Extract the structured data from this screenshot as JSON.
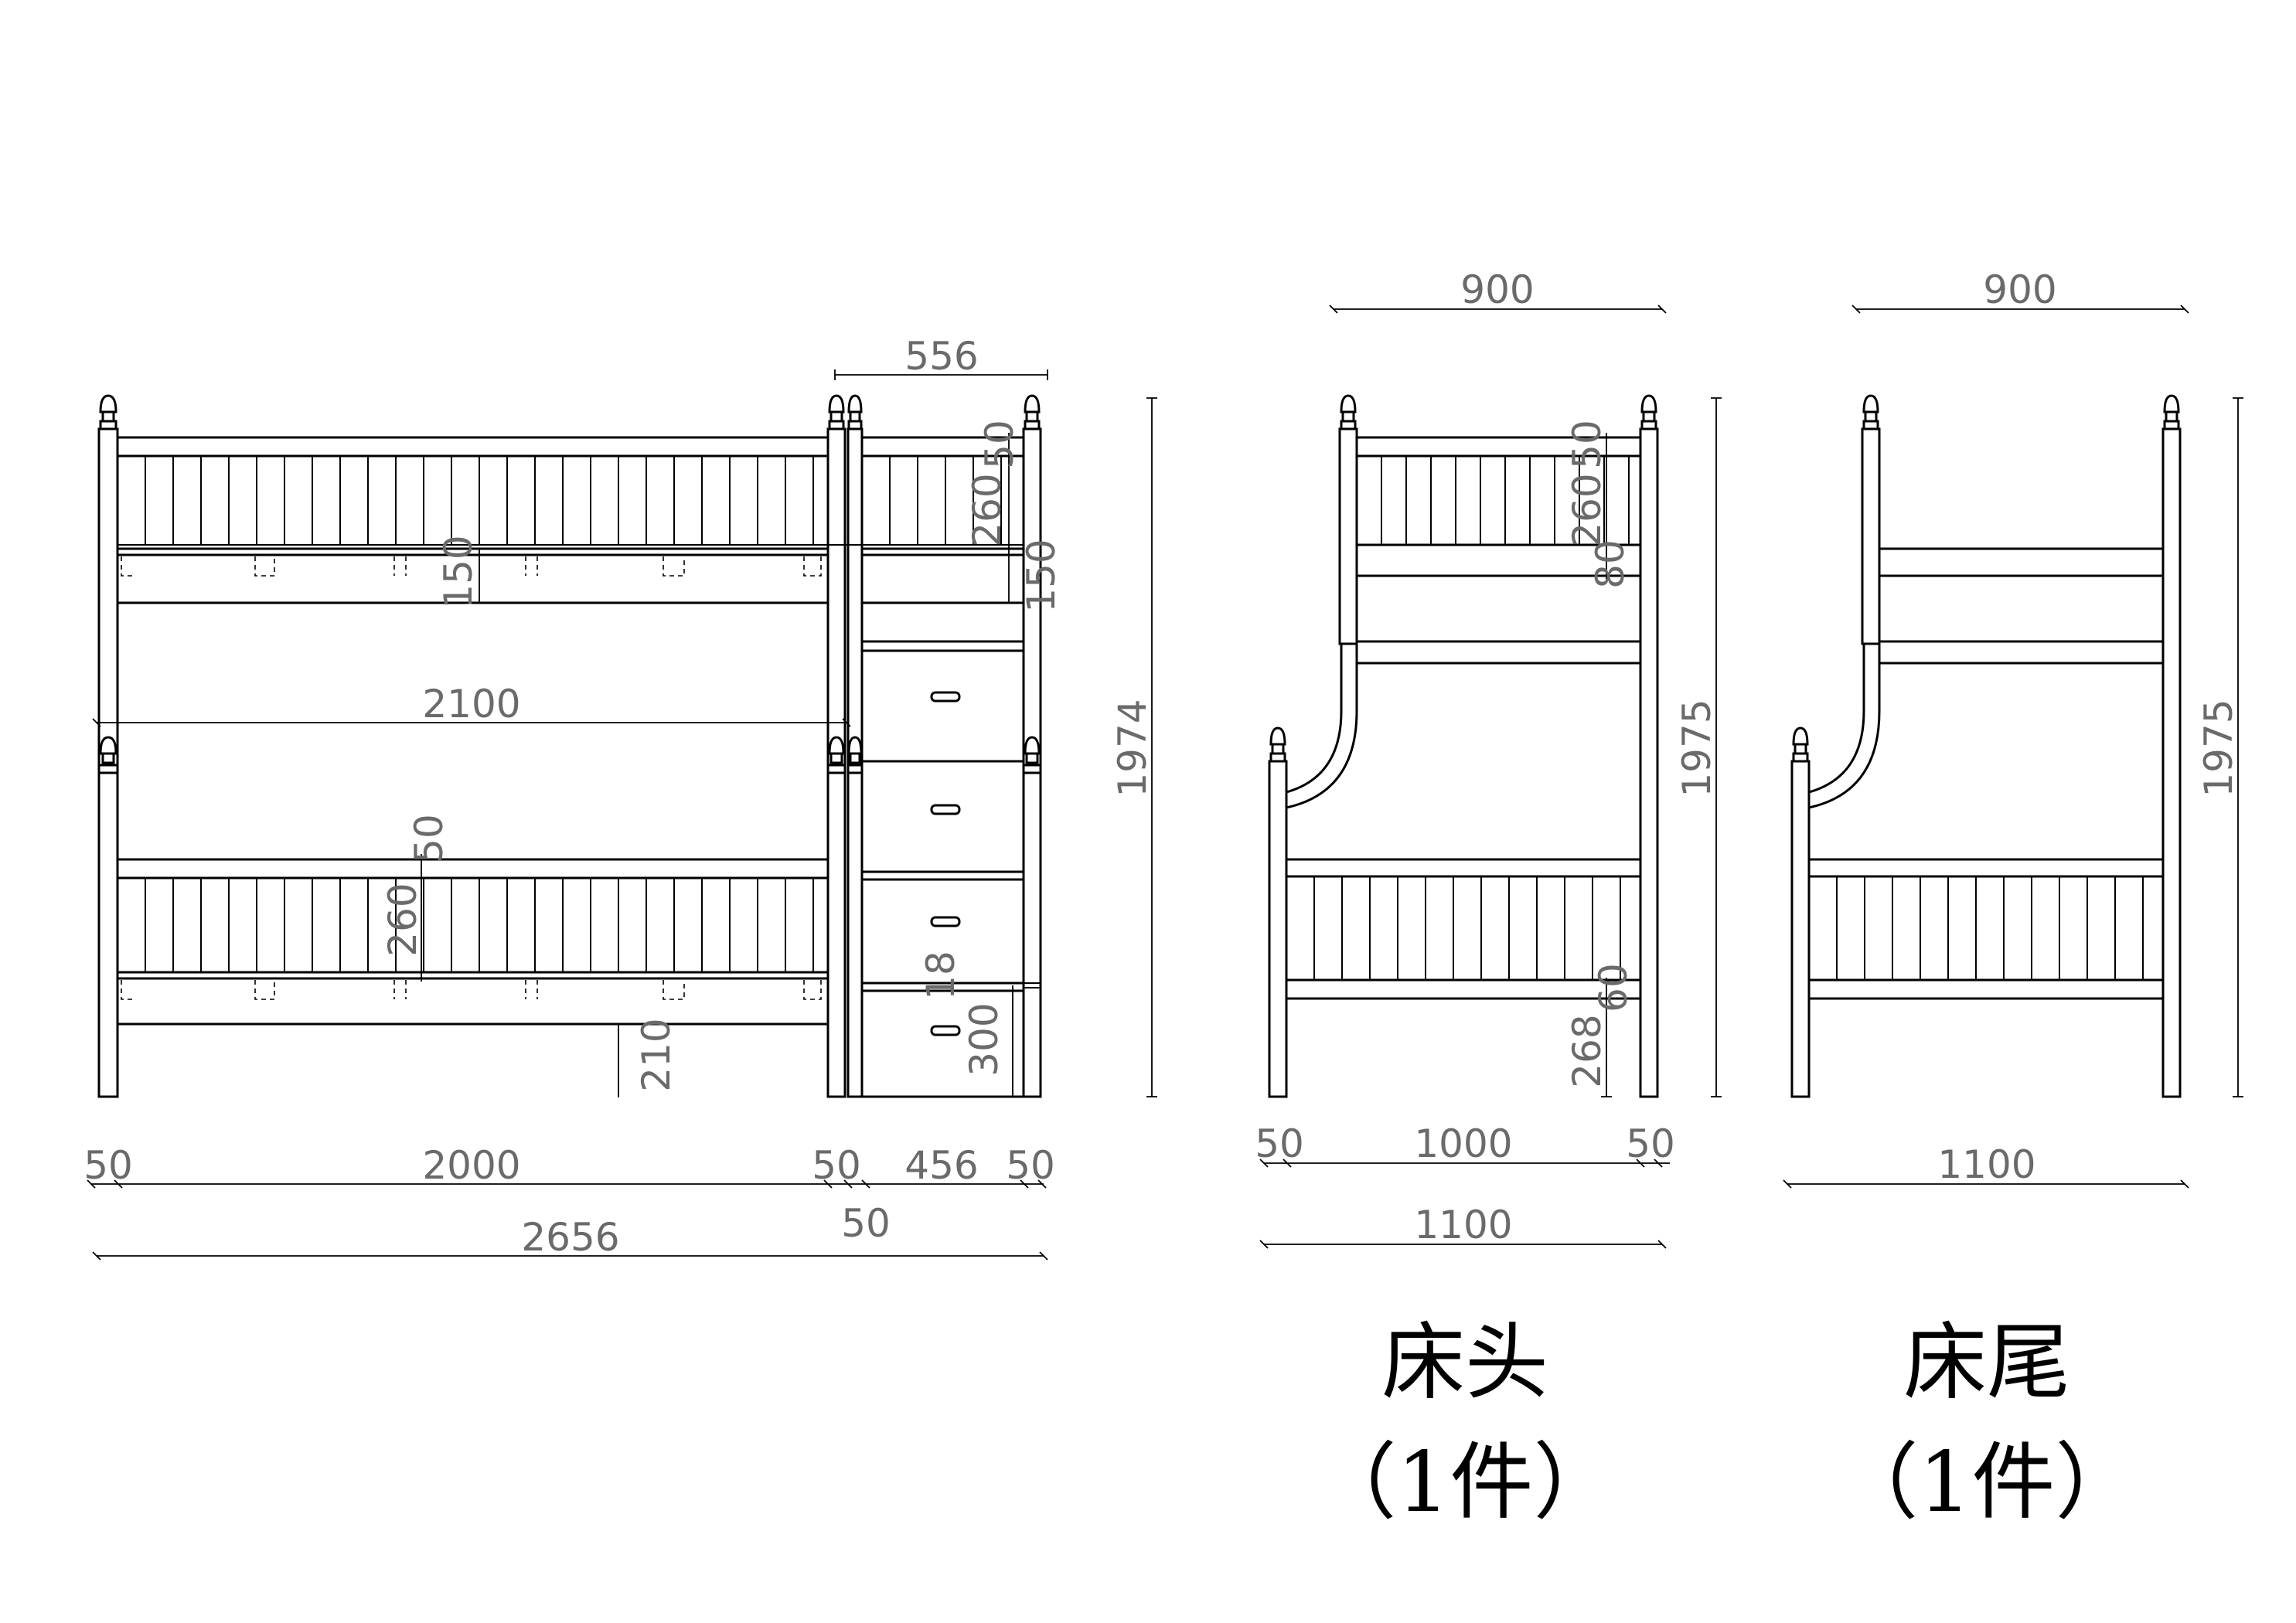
{
  "front_view": {
    "dims": {
      "d556": "556",
      "d50_top": "50",
      "d260_top": "260",
      "d150_right": "150",
      "d150_mid": "150",
      "d2100": "2100",
      "d50_lower": "50",
      "d260_lower": "260",
      "d18": "18",
      "d300": "300",
      "d210": "210",
      "d1974": "1974",
      "d50_a": "50",
      "d2000": "2000",
      "d50_b": "50",
      "d456": "456",
      "d50_c": "50",
      "d50_d": "50",
      "d2656": "2656"
    }
  },
  "head_view": {
    "label": "床头",
    "count": "（1件）",
    "dims": {
      "d900": "900",
      "d50": "50",
      "d260": "260",
      "d80": "80",
      "d1975": "1975",
      "d60": "60",
      "d268": "268",
      "d50_l": "50",
      "d1000": "1000",
      "d50_r": "50",
      "d1100": "1100"
    }
  },
  "foot_view": {
    "label": "床尾",
    "count": "（1件）",
    "dims": {
      "d900": "900",
      "d1975": "1975",
      "d1100": "1100"
    }
  }
}
